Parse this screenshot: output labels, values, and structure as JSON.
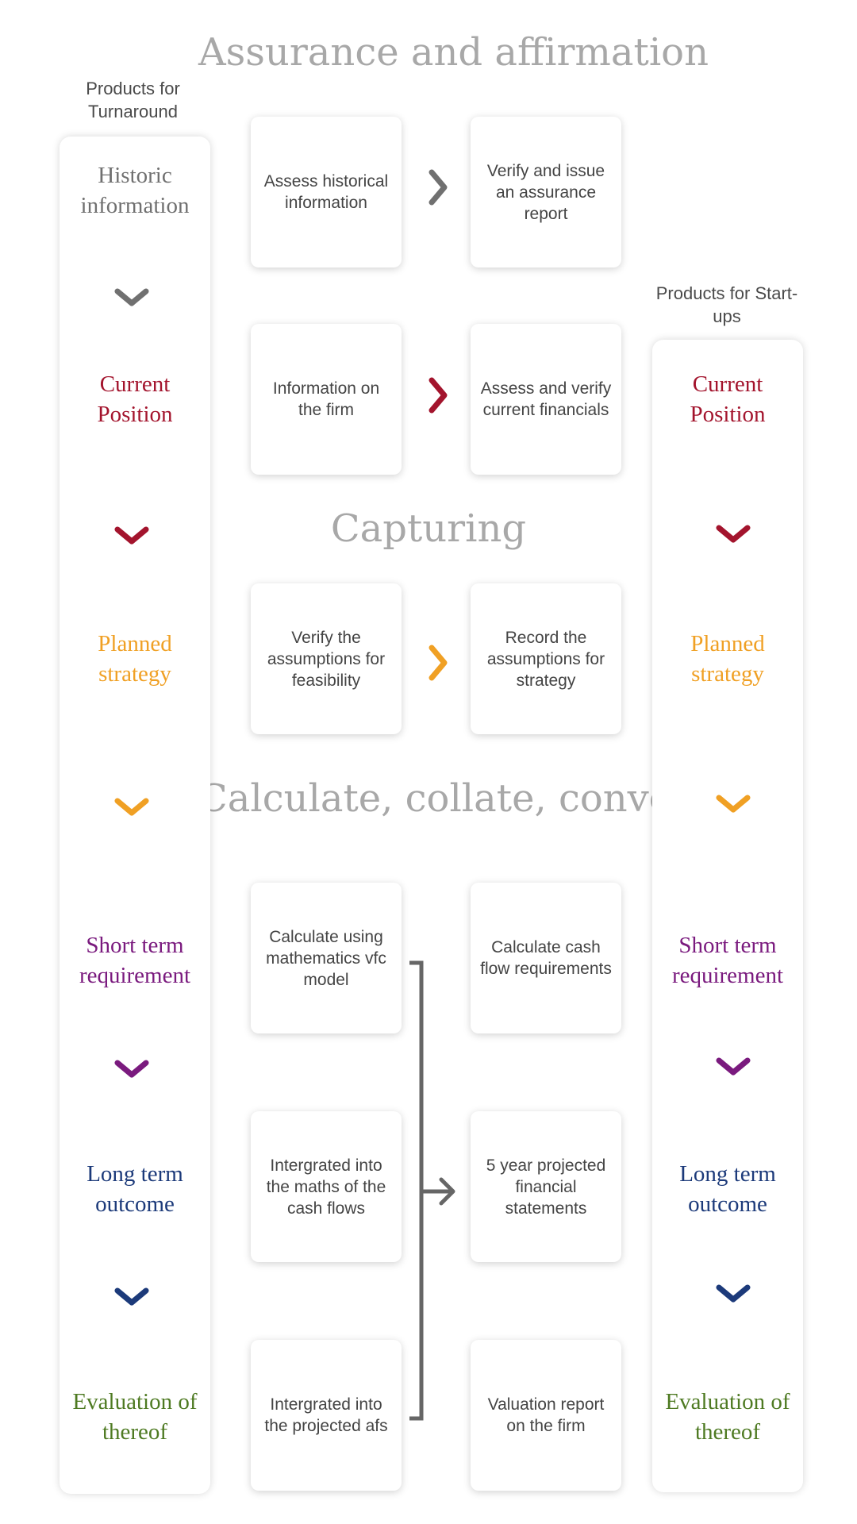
{
  "sections": {
    "assurance": "Assurance and affirmation",
    "capturing": "Capturing",
    "calculate": "Calculate, collate, convey"
  },
  "left_column": {
    "header": "Products for Turnaround",
    "stages": [
      {
        "label": "Historic information",
        "color": "#707070"
      },
      {
        "label": "Current Position",
        "color": "#a3142d"
      },
      {
        "label": "Planned strategy",
        "color": "#f0a024"
      },
      {
        "label": "Short term requirement",
        "color": "#7a1a7e"
      },
      {
        "label": "Long term outcome",
        "color": "#1c3a7a"
      },
      {
        "label": "Evaluation of thereof",
        "color": "#4e7a22"
      }
    ]
  },
  "right_column": {
    "header": "Products for Start-ups",
    "stages": [
      {
        "label": "Current Position",
        "color": "#a3142d"
      },
      {
        "label": "Planned strategy",
        "color": "#f0a024"
      },
      {
        "label": "Short term requirement",
        "color": "#7a1a7e"
      },
      {
        "label": "Long term outcome",
        "color": "#1c3a7a"
      },
      {
        "label": "Evaluation of thereof",
        "color": "#4e7a22"
      }
    ]
  },
  "boxes": {
    "assess_historical": "Assess historical information",
    "verify_issue": "Verify and issue an assurance report",
    "info_firm": "Information on the firm",
    "assess_verify_current": "Assess and verify current financials",
    "verify_assumptions": "Verify the assumptions for feasibility",
    "record_assumptions": "Record the assumptions for strategy",
    "calc_maths": "Calculate using mathematics vfc model",
    "calc_cash": "Calculate cash flow requirements",
    "integrated_maths": "Intergrated into the maths of the cash flows",
    "projected_5yr": "5 year projected financial statements",
    "integrated_afs": "Intergrated into the projected afs",
    "valuation": "Valuation report on the firm"
  },
  "colors": {
    "arrow_gray": "#707070",
    "arrow_red": "#a3142d",
    "arrow_orange": "#f0a024",
    "bracket": "#666666",
    "section_title": "#a8a8a8"
  }
}
